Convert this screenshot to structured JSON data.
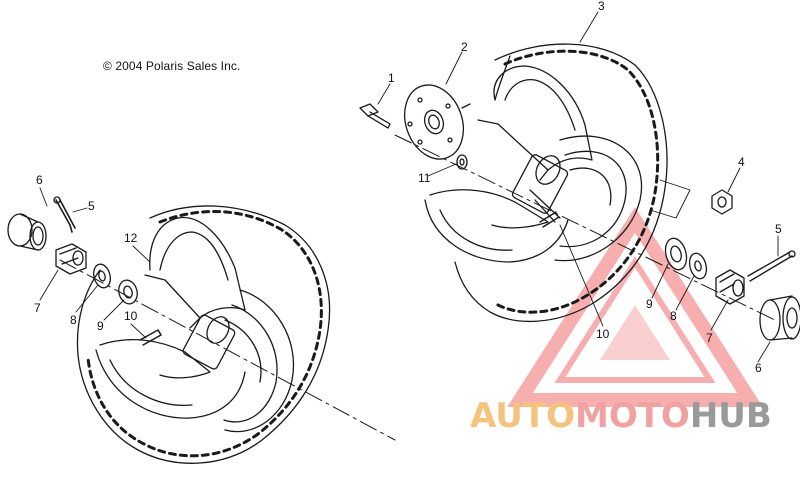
{
  "copyright": "© 2004 Polaris Sales Inc.",
  "callouts": [
    {
      "id": "c1",
      "text": "1"
    },
    {
      "id": "c2",
      "text": "2"
    },
    {
      "id": "c3",
      "text": "3"
    },
    {
      "id": "c4",
      "text": "4"
    },
    {
      "id": "c5r",
      "text": "5"
    },
    {
      "id": "c6r",
      "text": "6"
    },
    {
      "id": "c7r",
      "text": "7"
    },
    {
      "id": "c8r",
      "text": "8"
    },
    {
      "id": "c9r",
      "text": "9"
    },
    {
      "id": "c10r",
      "text": "10"
    },
    {
      "id": "c11",
      "text": "11"
    },
    {
      "id": "c5l",
      "text": "5"
    },
    {
      "id": "c6l",
      "text": "6"
    },
    {
      "id": "c7l",
      "text": "7"
    },
    {
      "id": "c8l",
      "text": "8"
    },
    {
      "id": "c9l",
      "text": "9"
    },
    {
      "id": "c10l",
      "text": "10"
    },
    {
      "id": "c12",
      "text": "12"
    }
  ],
  "watermark": {
    "part1": "AUTO",
    "part2": "MOTO",
    "part3": "HUB",
    "colors": {
      "part1": "#f6c37e",
      "part2": "#f1a2a0",
      "part3": "#9a9a9a",
      "logo": "#f07a7a"
    }
  }
}
